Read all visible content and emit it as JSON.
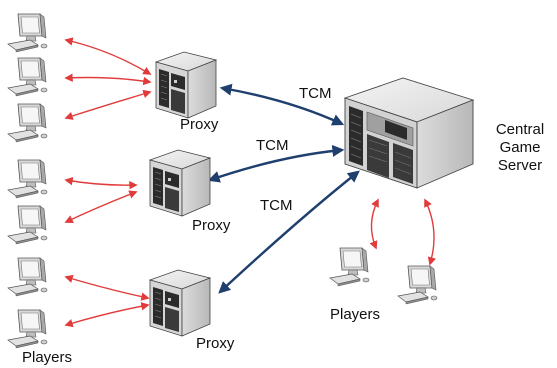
{
  "labels": {
    "proxy_top": "Proxy",
    "proxy_mid": "Proxy",
    "proxy_bottom": "Proxy",
    "tcm_top": "TCM",
    "tcm_mid": "TCM",
    "tcm_bottom": "TCM",
    "server_line1": "Central",
    "server_line2": "Game",
    "server_line3": "Server",
    "players_left": "Players",
    "players_right": "Players"
  },
  "colors": {
    "player_link": "#e23b3b",
    "tcm_link": "#1f3f6e",
    "device_light": "#ececec",
    "device_mid": "#c9c9c9",
    "device_dark": "#2b2b2b"
  }
}
